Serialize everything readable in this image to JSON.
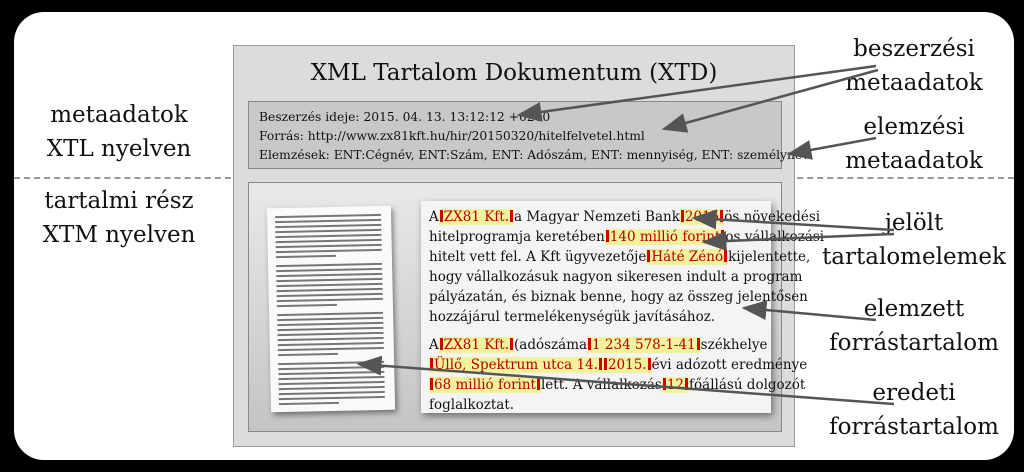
{
  "left_labels": {
    "meta_line1": "metaadatok",
    "meta_line2": "XTL nyelven",
    "content_line1": "tartalmi rész",
    "content_line2": "XTM nyelven"
  },
  "document": {
    "title": "XML Tartalom Dokumentum (XTD)",
    "metadata": {
      "acquisition_date": "Beszerzés ideje: 2015. 04. 13. 13:12:12 +0200",
      "source": "Forrás: http://www.zx81kft.hu/hir/20150320/hitelfelvetel.html",
      "analyses": "Elemzések: ENT:Cégnév, ENT:Szám, ENT: Adószám, ENT: mennyiség, ENT: személynév"
    },
    "paragraph1": {
      "l1_a": "A",
      "l1_e1": "ZX81 Kft.",
      "l1_b": "a Magyar Nemzeti Bank",
      "l1_e2": "2015",
      "l1_c": "ös növekedési",
      "l2_a": "hitelprogramja keretében",
      "l2_e1": "140 millió forint",
      "l2_b": "os vállalkozási",
      "l3_a": "hitelt vett fel. A Kft ügyvezetője",
      "l3_e1": "Háté Zénó",
      "l3_b": "kijelentette,",
      "l4": "hogy vállalkozásuk nagyon sikeresen indult a program",
      "l5": "pályázatán, és biznak benne, hogy az összeg jelentősen",
      "l6": "hozzájárul termelékenységük javításához."
    },
    "paragraph2": {
      "l1_a": "A",
      "l1_e1": "ZX81 Kft.",
      "l1_b": "(adószáma",
      "l1_e2": "1 234 578-1-41",
      "l1_c": "székhelye",
      "l2_e1": "Üllő, Spektrum utca 14.",
      "l2_e2": "2015.",
      "l2_b": "évi adózott eredménye",
      "l3_e1": "68 millió forint",
      "l3_a": "lett. A vállalkozás",
      "l3_e2": "12",
      "l3_b": "főállású dolgozót",
      "l4": "foglalkoztat."
    }
  },
  "right_labels": {
    "acq_line1": "beszerzési",
    "acq_line2": "metaadatok",
    "ana_line1": "elemzési",
    "ana_line2": "metaadatok",
    "marked_line1": "jelölt",
    "marked_line2": "tartalomelemek",
    "analyzed_line1": "elemzett",
    "analyzed_line2": "forrástartalom",
    "original_line1": "eredeti",
    "original_line2": "forrástartalom"
  },
  "colors": {
    "highlight": "#f2f29a",
    "entity_bracket": "#d40000",
    "entity_text": "#b30000",
    "arrow": "#555555"
  }
}
